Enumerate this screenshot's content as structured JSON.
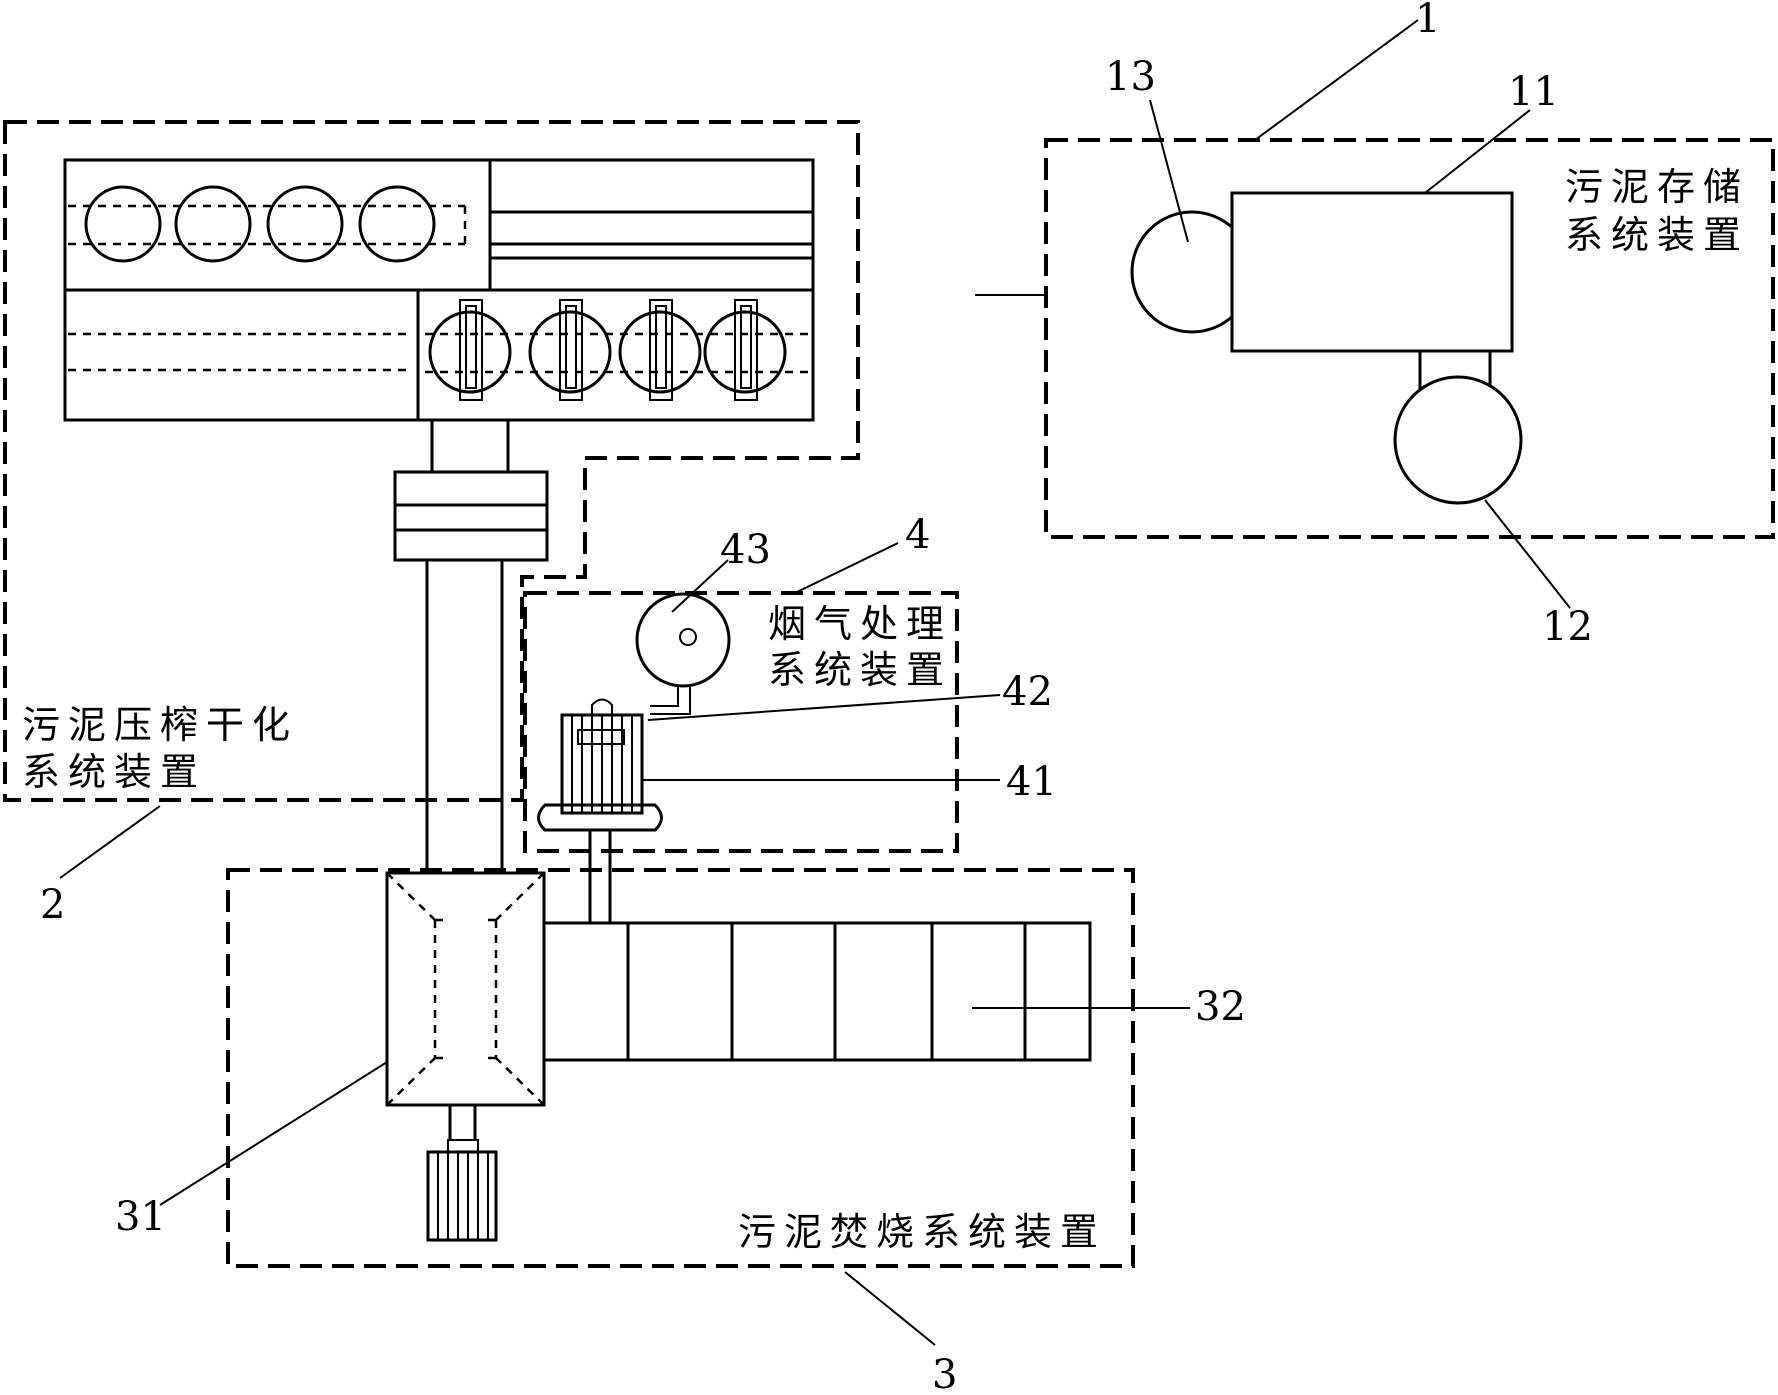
{
  "units": {
    "storage": {
      "number": "1",
      "title_line1": "污泥存储",
      "title_line2": "系统装置",
      "parts": {
        "tank": "11",
        "pump": "12",
        "feeder": "13"
      }
    },
    "pressing": {
      "number": "2",
      "title_line1": "污泥压榨干化",
      "title_line2": "系统装置"
    },
    "incineration": {
      "number": "3",
      "title": "污泥焚烧系统装置",
      "parts": {
        "furnace": "31",
        "flue": "32"
      }
    },
    "flue_gas": {
      "number": "4",
      "title_line1": "烟气处理",
      "title_line2": "系统装置",
      "parts": {
        "scrubber": "41",
        "pipe": "42",
        "fan": "43"
      }
    }
  }
}
